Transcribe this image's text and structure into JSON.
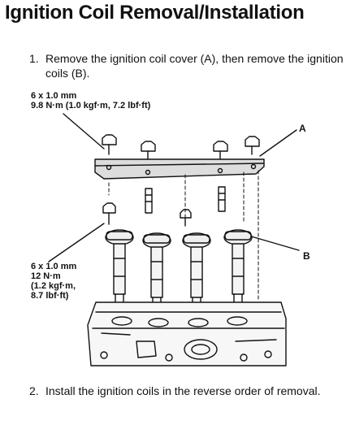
{
  "title": "Ignition Coil Removal/Installation",
  "steps": [
    {
      "number": "1.",
      "text": "Remove the ignition coil cover (A), then remove the ignition coils (B)."
    },
    {
      "number": "2.",
      "text": "Install the ignition coils in the reverse order of removal."
    }
  ],
  "torque_specs": [
    {
      "size": "6 x 1.0 mm",
      "torque": "9.8 N·m (1.0 kgf·m, 7.2 lbf·ft)"
    },
    {
      "size": "6 x 1.0 mm",
      "torque_line1": "12 N·m",
      "torque_line2": "(1.2 kgf·m,",
      "torque_line3": "8.7 lbf·ft)"
    }
  ],
  "callouts": {
    "a": "A",
    "b": "B"
  }
}
